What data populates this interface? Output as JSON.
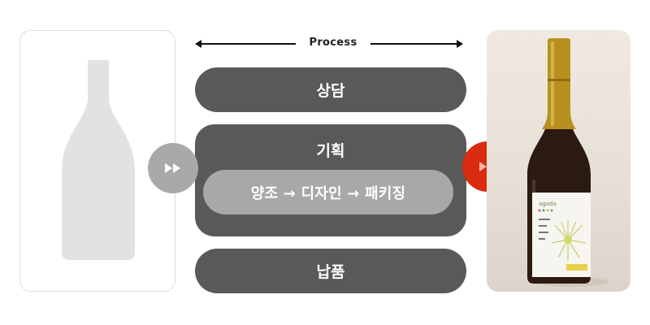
{
  "process": {
    "label": "Process"
  },
  "steps": {
    "consult": "상담",
    "planning": "기획",
    "planning_detail": "양조 → 디자인 → 패키징",
    "delivery": "납품"
  },
  "icons": {
    "left_button": "fast-forward-icon",
    "right_button": "fast-forward-icon",
    "left_image": "blank-bottle-icon",
    "right_image": "wine-bottle-photo"
  },
  "colors": {
    "pill": "#595959",
    "pill_inner": "#a8a8a8",
    "accent_red": "#d92b10",
    "neutral_button": "#a9a9a9",
    "bottle_silhouette": "#e2e2e2"
  }
}
